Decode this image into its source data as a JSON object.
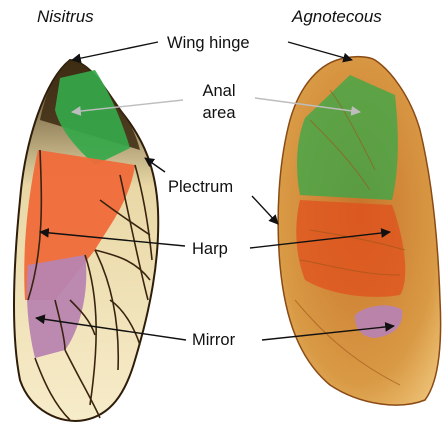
{
  "titles": {
    "left": "Nisitrus",
    "right": "Agnotecous"
  },
  "labels": {
    "wing_hinge": "Wing hinge",
    "anal_line1": "Anal",
    "anal_line2": "area",
    "plectrum": "Plectrum",
    "harp": "Harp",
    "mirror": "Mirror"
  },
  "colors": {
    "anal_area": "#35a84a",
    "harp": "#f06a3a",
    "mirror": "#b884b0",
    "wing_left": "#f3e6bf",
    "wing_right": "#d79a3e",
    "vein": "#3a2410"
  }
}
